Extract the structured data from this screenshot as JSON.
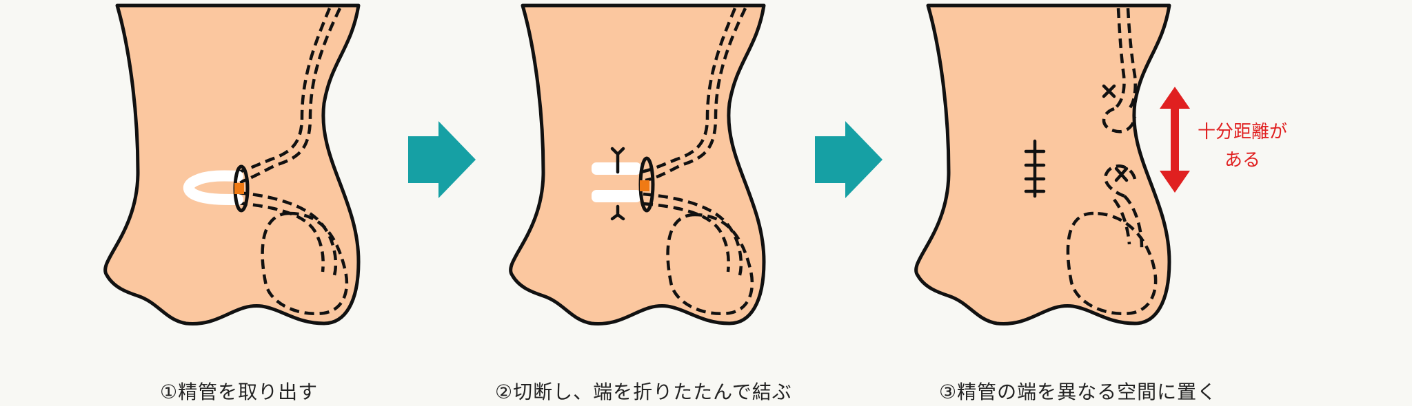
{
  "captions": {
    "step1": "①精管を取り出す",
    "step2": "②切断し、端を折りたたんで結ぶ",
    "step3": "③精管の端を異なる空間に置く"
  },
  "annotation": {
    "line1": "十分距離が",
    "line2": "ある",
    "color": "#e02020"
  },
  "colors": {
    "skin": "#fbc79f",
    "arrow": "#16a0a4",
    "vas_highlight": "#f07a14",
    "background": "#f8f8f4"
  },
  "icons": [
    "right-arrow-icon",
    "double-arrow-icon"
  ]
}
